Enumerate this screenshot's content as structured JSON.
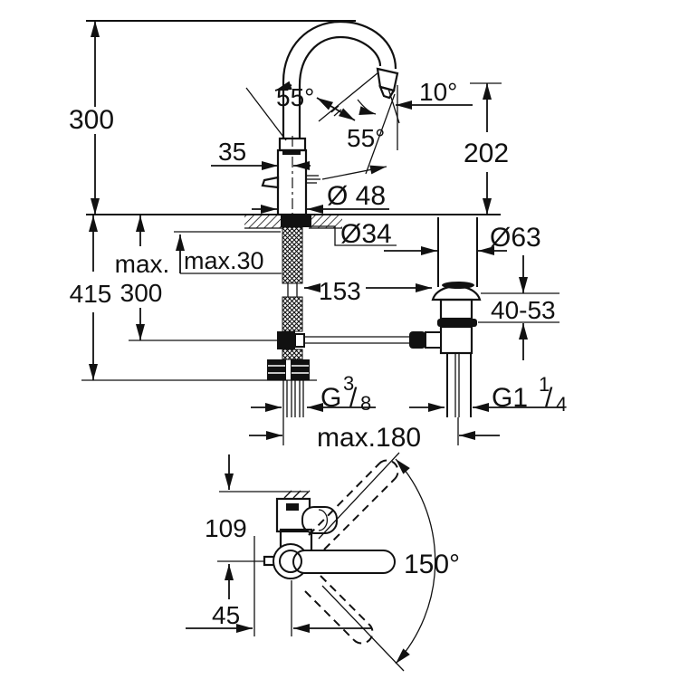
{
  "dims": {
    "spout_height": "300",
    "angle_left": "55°",
    "angle_spout": "55°",
    "angle_outlet": "10°",
    "outlet_height": "202",
    "body_offset": "35",
    "body_dia": "Ø 48",
    "hole_dia": "Ø34",
    "deck_max": "max.30",
    "waste_dia": "Ø63",
    "hose_max_prefix": "max.",
    "hose_max_value": "300",
    "clearance_below": "415",
    "waste_offset": "153",
    "clamp_range": "40-53",
    "thread_hose": {
      "prefix": "G",
      "num": "3",
      "slash": "/",
      "den": "8"
    },
    "thread_waste": {
      "prefix": "G1",
      "num": "1",
      "slash": "/",
      "den": "4"
    },
    "center_distance": "max.180",
    "plan_reach": "109",
    "swivel_angle": "150°",
    "front_offset": "45"
  }
}
